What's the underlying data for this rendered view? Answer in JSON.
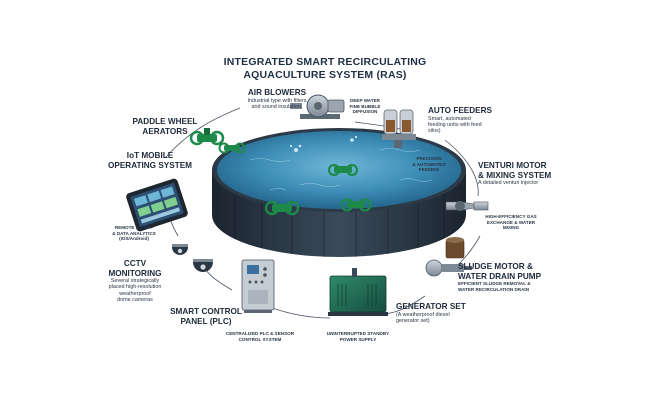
{
  "title": {
    "line1": "INTEGRATED SMART RECIRCULATING",
    "line2": "AQUACULTURE SYSTEM (RAS)"
  },
  "components": {
    "air_blowers": {
      "heading": "AIR BLOWERS",
      "desc1": "Industrial type with filters",
      "desc2": "and sound insulation."
    },
    "deep_water": {
      "line1": "DEEP WATER",
      "line2": "FINE BUBBLE",
      "line3": "DIFFUSION"
    },
    "paddle_wheel": {
      "line1": "PADDLE WHEEL",
      "line2": "AERATORS"
    },
    "auto_feeders": {
      "heading": "AUTO FEEDERS",
      "desc1": "Smart, automated",
      "desc2": "feeding units with feed",
      "desc3": "silos)"
    },
    "precision_feeding": {
      "line1": "PRECISION",
      "line2": "& AUTOMATED",
      "line3": "FEEDING"
    },
    "iot_mobile": {
      "line1": "IoT MOBILE",
      "line2": "OPERATING SYSTEM"
    },
    "venturi": {
      "line1": "VENTURI MOTOR",
      "line2": "& MIXING SYSTEM",
      "desc": "A detailed venturi injector"
    },
    "gas_exchange": {
      "line1": "HIGH-EFFICIENCY GAS",
      "line2": "EXCHANGE & WATER",
      "line3": "MIXING"
    },
    "remote_app": {
      "line1": "REMOTE IoT APP",
      "line2": "& DATA ANALYTICS",
      "line3": "(IOS/Android)"
    },
    "cctv": {
      "heading": "CCTV MONITORING",
      "desc1": "Several strategically",
      "desc2": "placed high-resolution",
      "desc3": "weatherproof",
      "desc4": "dome cameras"
    },
    "sludge": {
      "line1": "SLUDGE MOTOR &",
      "line2": "WATER DRAIN PUMP",
      "desc1": "EFFICIENT SLUDGE REMOVAL &",
      "desc2": "WATER RECIRCULATION DRAIN"
    },
    "generator": {
      "heading": "GENERATOR SET",
      "desc1": "(A weatherproof diesel",
      "desc2": "generator set)"
    },
    "standby": {
      "line1": "UNINTERRUPTED STANDBY",
      "line2": "POWER SUPPLY"
    },
    "control_panel": {
      "line1": "SMART CONTROL",
      "line2": "PANEL (PLC)"
    },
    "plc_desc": {
      "line1": "CENTRALIZED PLC & SENSOR",
      "line2": "CONTROL SYSTEM"
    }
  },
  "colors": {
    "water": "#2f7fa8",
    "tank_wall": "#1d2a36",
    "aerator_green": "#1e8a4a",
    "generator_green": "#1f6b55",
    "ring_line": "#4a5563"
  }
}
